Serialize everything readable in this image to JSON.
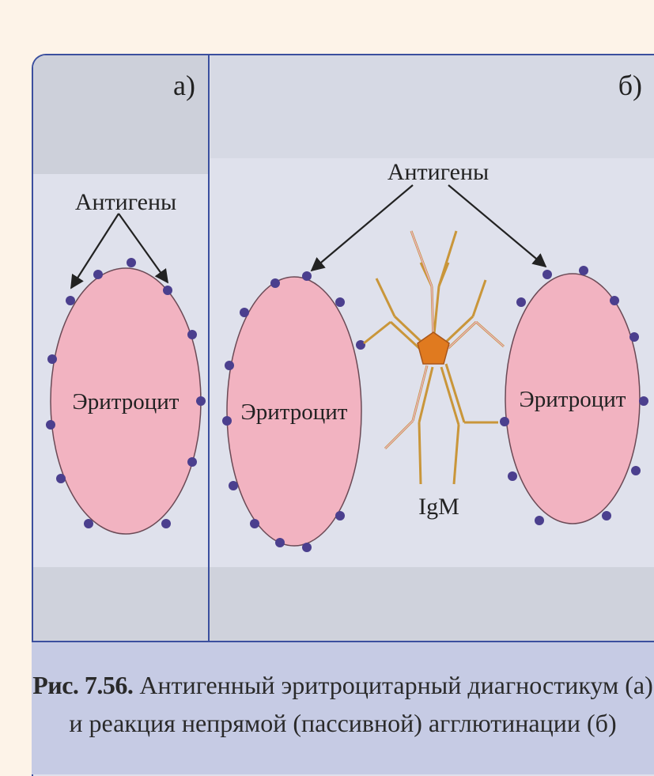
{
  "panel_a": {
    "label": "а)",
    "antigens_label": "Антигены",
    "cell_label": "Эритроцит"
  },
  "panel_b": {
    "label": "б)",
    "antigens_label": "Антигены",
    "left_cell_label": "Эритроцит",
    "right_cell_label": "Эритроцит",
    "antibody_label": "IgM"
  },
  "caption": {
    "figure_number": "Рис. 7.56.",
    "line1": "Антигенный эритроцитарный диагностикум (а)",
    "line2": "и реакция непрямой (пассивной) агглютинации (б)"
  },
  "colors": {
    "cell_fill": "#f2b3c1",
    "antigen_dot": "#4b3f8e",
    "antibody": "#d7a84a",
    "antibody_core": "#e07a1f",
    "frame": "#3b4f9e",
    "caption_bg": "#c6cbe4"
  }
}
